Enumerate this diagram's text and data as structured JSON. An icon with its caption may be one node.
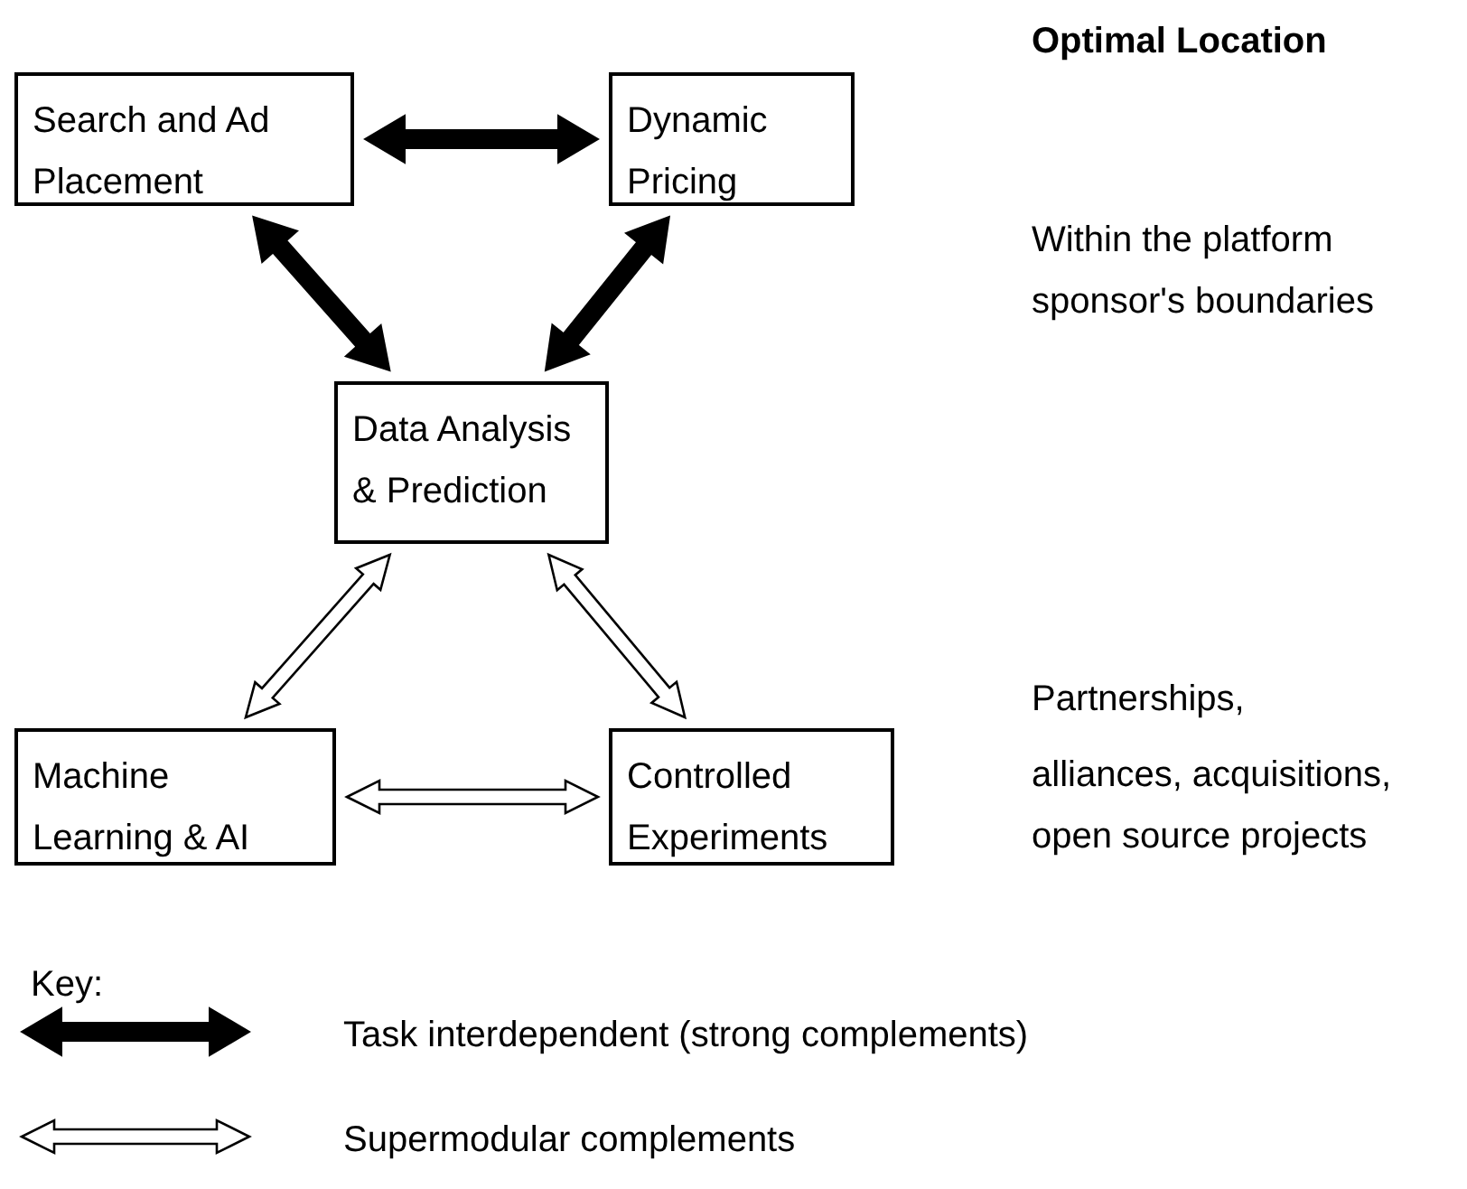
{
  "diagram": {
    "nodes": [
      {
        "text": [
          "Search and Ad Placement"
        ]
      },
      {
        "text": [
          "Dynamic Pricing"
        ]
      },
      {
        "text": [
          "Data Analysis & Prediction"
        ]
      },
      {
        "text": [
          "Machine Learning & AI"
        ]
      },
      {
        "text": [
          "Controlled Experiments"
        ]
      }
    ],
    "edges": [
      {
        "from": 0,
        "to": 1,
        "arrow": "both",
        "style": "thick"
      },
      {
        "from": 0,
        "to": 2,
        "arrow": "both",
        "style": "thick"
      },
      {
        "from": 1,
        "to": 2,
        "arrow": "both",
        "style": "thick"
      },
      {
        "from": 2,
        "to": 3,
        "arrow": "both"
      },
      {
        "from": 2,
        "to": 4,
        "arrow": "both"
      },
      {
        "from": 3,
        "to": 4,
        "arrow": "both"
      }
    ],
    "labels": [
      "Optimal Location",
      "Within the platform sponsor's boundaries",
      "Partnerships,",
      "alliances, acquisitions, open source projects",
      "Key:"
    ],
    "legend": [
      {
        "text": "Task interdependent (strong complements)"
      },
      {
        "text": "Supermodular complements"
      }
    ]
  }
}
